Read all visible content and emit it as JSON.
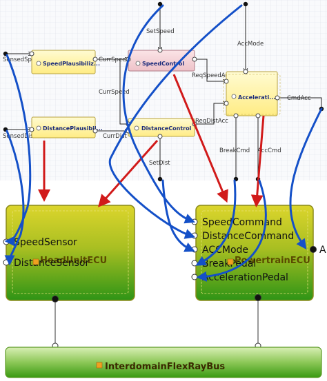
{
  "colors": {
    "grid_bg": "#e9edf3",
    "fb_yellow": "#fff6b0",
    "fb_pink": "#f4d2d8",
    "ecu_top": "#d7d32a",
    "ecu_bottom": "#2f9a16",
    "bus_top": "#cfeaa8",
    "bus_bottom": "#3c9e14",
    "red_arrow": "#d11a1a",
    "blue_arrow": "#1450c8"
  },
  "function_blocks": [
    {
      "id": "speed-plausibility",
      "label": "SpeedPlausibiliz...",
      "icon": "gear-icon"
    },
    {
      "id": "speed-control",
      "label": "SpeedControl",
      "icon": "gear-icon"
    },
    {
      "id": "distance-plausibility",
      "label": "DistancePlausibil...",
      "icon": "gear-icon"
    },
    {
      "id": "distance-control",
      "label": "DistanceControl",
      "icon": "gear-icon"
    },
    {
      "id": "acceleration",
      "label": "Accelerati...",
      "icon": "gear-icon"
    }
  ],
  "signals": {
    "sensed_speed": "SensedSpeed",
    "curr_speed_1": "CurrSpeed",
    "set_speed": "SetSpeed",
    "acc_mode": "AccMode",
    "req_speed_acc": "ReqSpeedAcc",
    "cmd_acc": "CmdAcc",
    "curr_speed_2": "CurrSpeed",
    "req_dist_acc": "ReqDistAcc",
    "sensed_dist": "SensedDist",
    "curr_dist": "CurrDist",
    "break_cmd": "BreakCmd",
    "acc_cmd": "AccCmd",
    "set_dist": "SetDist"
  },
  "head_unit_ecu": {
    "title": "HeadUnitECU",
    "ports": [
      "SpeedSensor",
      "DistanceSensor"
    ]
  },
  "powertrain_ecu": {
    "title": "PowertrainECU",
    "ports": [
      "SpeedCommand",
      "DistanceCommand",
      "ACCMode",
      "BreakPedal",
      "AccelerationPedal"
    ]
  },
  "right_port_label": "A",
  "bus": {
    "title": "InterdomainFlexRayBus"
  }
}
